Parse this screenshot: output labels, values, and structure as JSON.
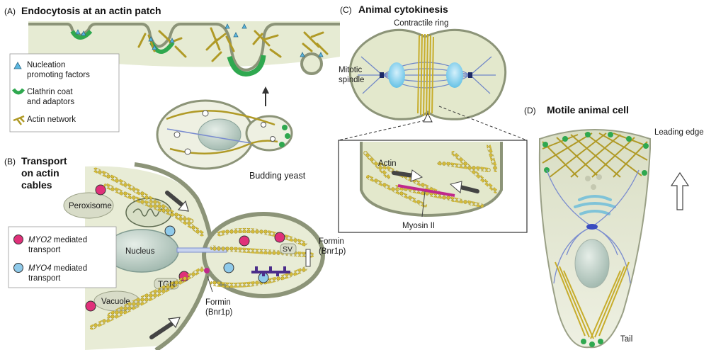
{
  "panelA": {
    "tag": "(A)",
    "title": "Endocytosis at an actin patch",
    "legend": {
      "npf_line1": "Nucleation",
      "npf_line2": "promoting factors",
      "clathrin_line1": "Clathrin coat",
      "clathrin_line2": "and adaptors",
      "actin": "Actin network"
    },
    "yeast_label": "Budding yeast"
  },
  "panelB": {
    "tag": "(B)",
    "title_line1": "Transport",
    "title_line2": "on actin",
    "title_line3": "cables",
    "peroxisome": "Peroxisome",
    "nucleus": "Nucleus",
    "vacuole": "Vacuole",
    "tgn": "TGN",
    "sv": "SV",
    "formin_right_line1": "Formin",
    "formin_right_line2": "(Bnr1p)",
    "formin_bottom_line1": "Formin",
    "formin_bottom_line2": "(Bnr1p)",
    "legend": {
      "myo2_gene": "MYO2",
      "myo2_rest": " mediated",
      "myo2_line2": "transport",
      "myo4_gene": "MYO4",
      "myo4_rest": " mediated",
      "myo4_line2": "transport"
    }
  },
  "panelC": {
    "tag": "(C)",
    "title": "Animal cytokinesis",
    "contractile_ring": "Contractile ring",
    "spindle_line1": "Mitotic",
    "spindle_line2": "spindle",
    "actin": "Actin",
    "myosin": "Myosin II"
  },
  "panelD": {
    "tag": "(D)",
    "title": "Motile animal cell",
    "leading_edge": "Leading edge",
    "tail": "Tail"
  },
  "colors": {
    "cytoplasm": "#e8ecd6",
    "membrane": "#8c9478",
    "actin": "#b8a028",
    "npf_blue": "#5bb7e0",
    "clathrin_green": "#2fa84f",
    "myo2_pink": "#e0307a",
    "myo4_blue": "#8fcaea",
    "microtubule": "#6f86c8",
    "myosin_magenta": "#c0288c"
  }
}
